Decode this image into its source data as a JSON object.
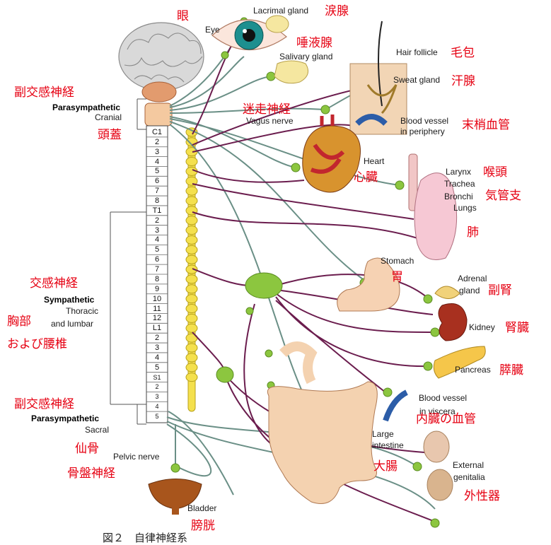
{
  "labels": {
    "eye_jp": "眼",
    "eye_en": "Eye",
    "lacrimal_en": "Lacrimal gland",
    "lacrimal_jp": "涙腺",
    "salivary_jp": "唾液腺",
    "salivary_en": "Salivary gland",
    "hair_en": "Hair follicle",
    "hair_jp": "毛包",
    "sweat_en": "Sweat gland",
    "sweat_jp": "汗腺",
    "vagus_jp": "迷走神経",
    "vagus_en": "Vagus nerve",
    "bv_periph_en1": "Blood vessel",
    "bv_periph_en2": "in periphery",
    "bv_periph_jp": "末梢血管",
    "para_jp": "副交感神経",
    "para_en": "Parasympathetic",
    "cranial_en": "Cranial",
    "cranial_jp": "頭蓋",
    "heart_en": "Heart",
    "heart_jp": "心臓",
    "larynx_en": "Larynx",
    "larynx_jp": "喉頭",
    "trachea_en": "Trachea",
    "bronchi_en": "Bronchi",
    "bronchi_jp": "気管支",
    "lungs_en": "Lungs",
    "lungs_jp": "肺",
    "stomach_en": "Stomach",
    "stomach_jp": "胃",
    "adrenal_en1": "Adrenal",
    "adrenal_en2": "gland",
    "adrenal_jp": "副腎",
    "kidney_en": "Kidney",
    "kidney_jp": "腎臓",
    "symp_jp": "交感神経",
    "symp_en": "Sympathetic",
    "thoracic_en1": "Thoracic",
    "thoracic_en2": "and lumbar",
    "thoracic_jp1": "胸部",
    "thoracic_jp2": "および腰椎",
    "pancreas_en": "Pancreas",
    "pancreas_jp": "膵臓",
    "bv_visc_en1": "Blood vessel",
    "bv_visc_en2": "in viscera",
    "bv_visc_jp": "内臓の血管",
    "para2_jp": "副交感神経",
    "para2_en": "Parasympathetic",
    "sacral_en": "Sacral",
    "sacral_jp": "仙骨",
    "pelvic_en": "Pelvic nerve",
    "pelvic_jp": "骨盤神経",
    "large_int_en1": "Large",
    "large_int_en2": "intestine",
    "large_int_jp": "大腸",
    "genitalia_en1": "External",
    "genitalia_en2": "genitalia",
    "genitalia_jp": "外性器",
    "bladder_en": "Bladder",
    "bladder_jp": "膀胱",
    "caption": "図２　自律神経系"
  },
  "vertebrae": [
    "C1",
    "2",
    "3",
    "4",
    "5",
    "6",
    "7",
    "8",
    "T1",
    "2",
    "3",
    "4",
    "5",
    "6",
    "7",
    "8",
    "9",
    "10",
    "11",
    "12",
    "L1",
    "2",
    "3",
    "4",
    "5",
    "S1",
    "2",
    "3",
    "4",
    "5"
  ],
  "colors": {
    "nerve": "#6a8f86",
    "sympathetic": "#6b1d4e",
    "ganglion": "#8cc63f",
    "chain": "#f4e04d",
    "label_jp": "#e60012"
  }
}
